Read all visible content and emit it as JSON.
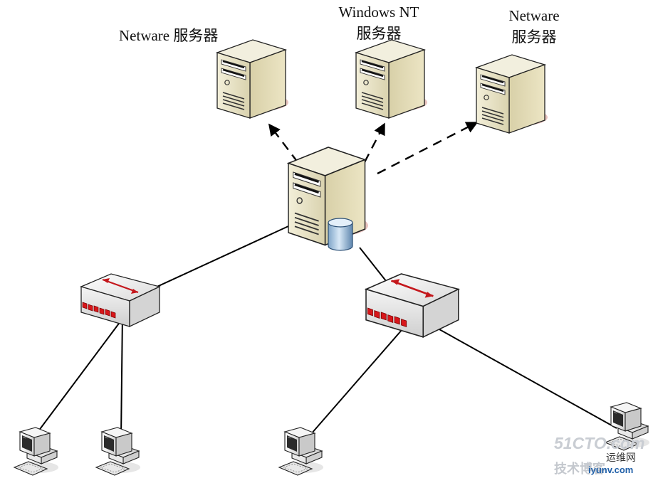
{
  "labels": {
    "server_left": "Netware 服务器",
    "server_mid_line1": "Windows NT",
    "server_mid_line2": "服务器",
    "server_right_line1": "Netware",
    "server_right_line2": "服务器"
  },
  "watermark": {
    "brand": "51CTO.com",
    "tagline": "技术博客",
    "site_cn": "运维网",
    "site_url": "iyunv.com"
  }
}
